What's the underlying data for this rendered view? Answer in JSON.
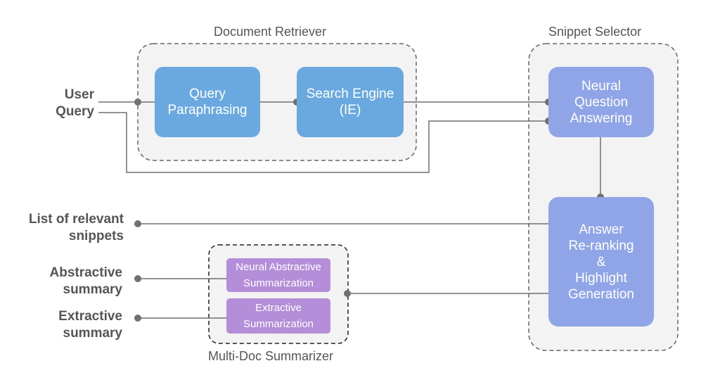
{
  "groups": {
    "retriever": "Document Retriever",
    "selector": "Snippet Selector",
    "summarizer": "Multi-Doc Summarizer"
  },
  "boxes": {
    "query_paraphrasing": "Query\nParaphrasing",
    "search_engine": "Search Engine\n(IE)",
    "neural_qa": "Neural\nQuestion\nAnswering",
    "answer_reranking": "Answer\nRe-ranking\n&\nHighlight\nGeneration",
    "neural_abstractive": "Neural Abstractive\nSummarization",
    "extractive_summarization": "Extractive\nSummarization"
  },
  "labels": {
    "user_query": "User\nQuery",
    "relevant_snippets": "List of relevant\nsnippets",
    "abstractive_summary": "Abstractive\nsummary",
    "extractive_summary": "Extractive\nsummary"
  },
  "colors": {
    "group_fill": "#f3f3f3",
    "group_border": "#666666",
    "connector": "#707070",
    "blue_box": "#6aa9e0",
    "periwinkle_box": "#8fa5e8",
    "purple_box": "#b48ed8"
  }
}
